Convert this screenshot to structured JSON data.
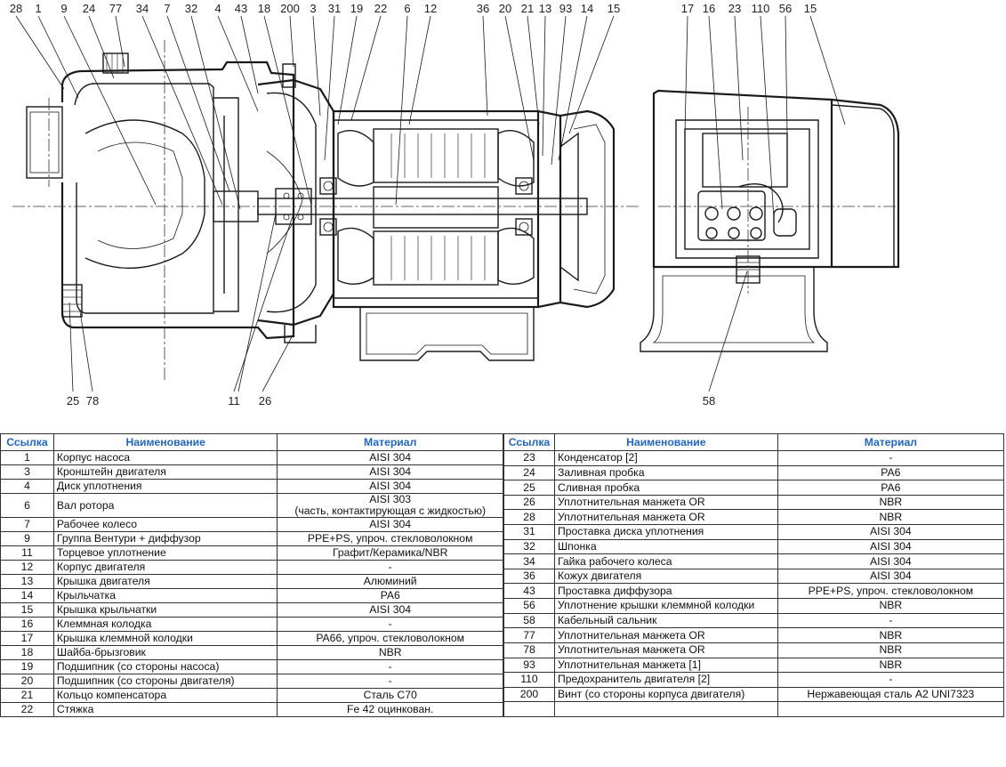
{
  "callouts_left": [
    "28",
    "1",
    "9",
    "24",
    "77",
    "34",
    "7",
    "32",
    "4",
    "43",
    "18",
    "200",
    "3",
    "31",
    "19",
    "22",
    "6",
    "12",
    "36",
    "20",
    "21",
    "13",
    "93",
    "14",
    "15"
  ],
  "callouts_right": [
    "17",
    "16",
    "23",
    "110",
    "56",
    "15"
  ],
  "callouts_bottom": [
    "25",
    "78",
    "11",
    "26",
    "58"
  ],
  "table": {
    "headers": [
      "Ссылка",
      "Наименование",
      "Материал",
      "Ссылка",
      "Наименование",
      "Материал"
    ],
    "left_rows": [
      {
        "ref": "1",
        "name": "Корпус насоса",
        "mat": "AISI 304"
      },
      {
        "ref": "3",
        "name": "Кронштейн двигателя",
        "mat": "AISI 304"
      },
      {
        "ref": "4",
        "name": "Диск уплотнения",
        "mat": "AISI 304"
      },
      {
        "ref": "6",
        "name": "Вал ротора",
        "mat": "AISI 303",
        "mat2": "(часть, контактирующая с жидкостью)"
      },
      {
        "ref": "7",
        "name": "Рабочее колесо",
        "mat": "AISI 304"
      },
      {
        "ref": "9",
        "name": "Группа Вентури + диффузор",
        "mat": "PPE+PS, упроч. стекловолокном"
      },
      {
        "ref": "11",
        "name": "Торцевое уплотнение",
        "mat": "Графит/Керамика/NBR"
      },
      {
        "ref": "12",
        "name": "Корпус двигателя",
        "mat": "-"
      },
      {
        "ref": "13",
        "name": "Крышка двигателя",
        "mat": "Алюминий"
      },
      {
        "ref": "14",
        "name": "Крыльчатка",
        "mat": "PA6"
      },
      {
        "ref": "15",
        "name": "Крышка крыльчатки",
        "mat": "AISI 304"
      },
      {
        "ref": "16",
        "name": "Клеммная колодка",
        "mat": "-"
      },
      {
        "ref": "17",
        "name": "Крышка клеммной колодки",
        "mat": "PA66, упроч. стекловолокном"
      },
      {
        "ref": "18",
        "name": "Шайба-брызговик",
        "mat": "NBR"
      },
      {
        "ref": "19",
        "name": "Подшипник (со стороны насоса)",
        "mat": "-"
      },
      {
        "ref": "20",
        "name": "Подшипник (со стороны двигателя)",
        "mat": "-"
      },
      {
        "ref": "21",
        "name": "Кольцо компенсатора",
        "mat": "Сталь C70"
      },
      {
        "ref": "22",
        "name": "Стяжка",
        "mat": "Fe 42 оцинкован."
      }
    ],
    "right_rows": [
      {
        "ref": "23",
        "name": "Конденсатор [2]",
        "mat": "-"
      },
      {
        "ref": "24",
        "name": "Заливная пробка",
        "mat": "PA6"
      },
      {
        "ref": "25",
        "name": "Сливная пробка",
        "mat": "PA6"
      },
      {
        "ref": "26",
        "name": "Уплотнительная манжета OR",
        "mat": "NBR"
      },
      {
        "ref": "28",
        "name": "Уплотнительная манжета OR",
        "mat": "NBR"
      },
      {
        "ref": "31",
        "name": "Проставка диска уплотнения",
        "mat": "AISI 304"
      },
      {
        "ref": "32",
        "name": "Шпонка",
        "mat": "AISI 304"
      },
      {
        "ref": "34",
        "name": "Гайка рабочего колеса",
        "mat": "AISI 304"
      },
      {
        "ref": "36",
        "name": "Кожух двигателя",
        "mat": "AISI 304"
      },
      {
        "ref": "43",
        "name": "Проставка диффузора",
        "mat": "PPE+PS, упроч. стекловолокном"
      },
      {
        "ref": "56",
        "name": "Уплотнение крышки клеммной колодки",
        "mat": "NBR"
      },
      {
        "ref": "58",
        "name": "Кабельный сальник",
        "mat": "-"
      },
      {
        "ref": "77",
        "name": "Уплотнительная манжета OR",
        "mat": "NBR"
      },
      {
        "ref": "78",
        "name": "Уплотнительная манжета OR",
        "mat": "NBR"
      },
      {
        "ref": "93",
        "name": "Уплотнительная манжета [1]",
        "mat": "NBR"
      },
      {
        "ref": "110",
        "name": "Предохранитель двигателя [2]",
        "mat": "-"
      },
      {
        "ref": "200",
        "name": "Винт (со стороны корпуса двигателя)",
        "mat": "Нержавеющая сталь A2 UNI7323"
      }
    ]
  }
}
